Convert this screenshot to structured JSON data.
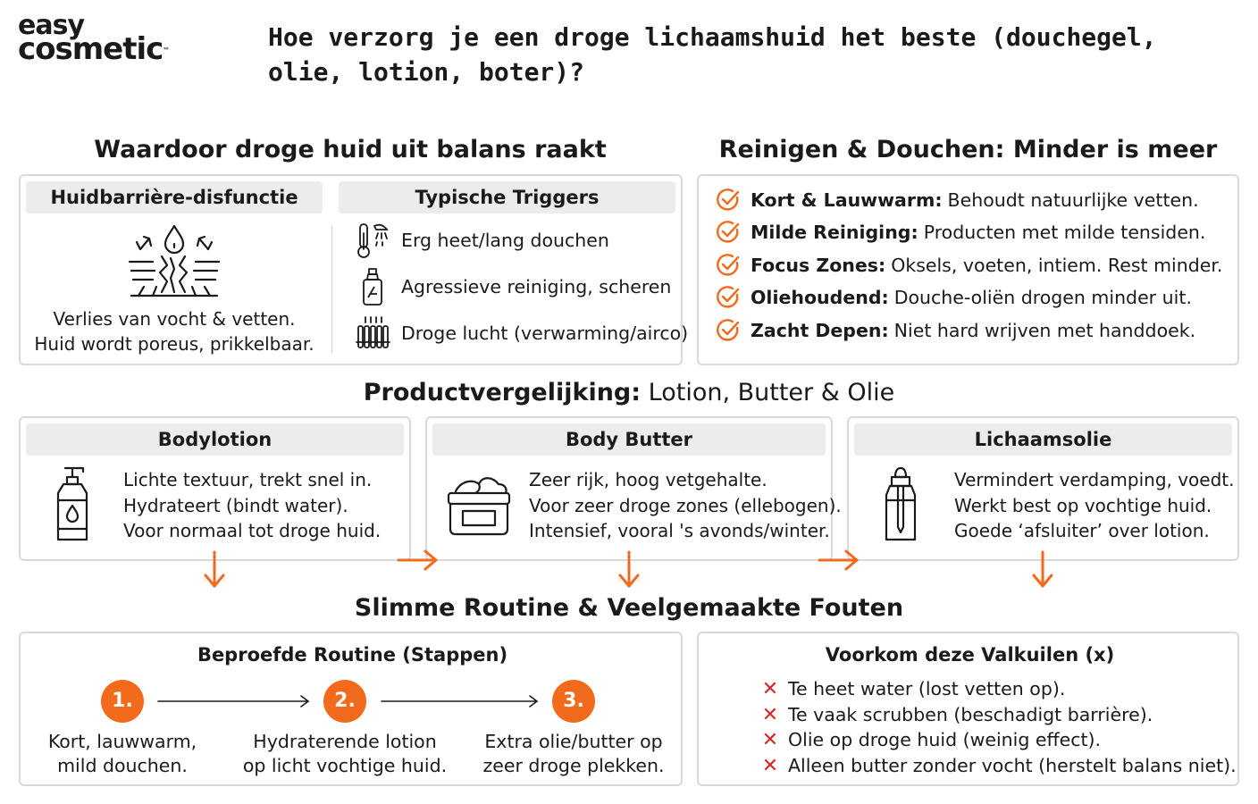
{
  "brand": {
    "line1": "easy",
    "line2": "cosmetic",
    "tm": "™"
  },
  "title_line1": "Hoe verzorg je een droge lichaamshuid het beste (douchegel,",
  "title_line2": "olie, lotion, boter)?",
  "balance": {
    "title": "Waardoor droge huid uit balans raakt",
    "barrier_label": "Huidbarrière-disfunctie",
    "barrier_line1": "Verlies van vocht & vetten.",
    "barrier_line2": "Huid wordt poreus, prikkelbaar.",
    "triggers_label": "Typische Triggers",
    "triggers": [
      {
        "icon": "thermometer-shower-icon",
        "text": "Erg heet/lang douchen"
      },
      {
        "icon": "spray-bottle-icon",
        "text": "Agressieve reiniging, scheren"
      },
      {
        "icon": "radiator-icon",
        "text": "Droge lucht (verwarming/airco)"
      }
    ]
  },
  "cleansing": {
    "title": "Reinigen & Douchen: Minder is meer",
    "items": [
      {
        "bold": "Kort & Lauwwarm:",
        "text": "Behoudt natuurlijke vetten."
      },
      {
        "bold": "Milde Reiniging:",
        "text": "Producten met milde tensiden."
      },
      {
        "bold": "Focus Zones:",
        "text": "Oksels, voeten, intiem. Rest minder."
      },
      {
        "bold": "Oliehoudend:",
        "text": "Douche-oliën drogen minder uit."
      },
      {
        "bold": "Zacht Depen:",
        "text": "Niet hard wrijven met handdoek."
      }
    ]
  },
  "comparison": {
    "title_bold": "Productvergelijking:",
    "title_rest": " Lotion, Butter & Olie",
    "products": [
      {
        "name": "Bodylotion",
        "icon": "lotion-pump-bottle-icon",
        "lines": [
          "Lichte textuur, trekt snel in.",
          "Hydrateert (bindt water).",
          "Voor normaal tot droge huid."
        ]
      },
      {
        "name": "Body Butter",
        "icon": "butter-jar-icon",
        "lines": [
          "Zeer rijk, hoog vetgehalte.",
          "Voor zeer droge zones (ellebogen).",
          "Intensief, vooral 's avonds/winter."
        ]
      },
      {
        "name": "Lichaamsolie",
        "icon": "dropper-bottle-icon",
        "lines": [
          "Vermindert verdamping, voedt.",
          "Werkt best op vochtige huid.",
          "Goede ‘afsluiter’ over lotion."
        ]
      }
    ]
  },
  "routine": {
    "title": "Slimme Routine & Veelgemaakte Fouten",
    "steps_title": "Beproefde Routine (Stappen)",
    "steps": [
      {
        "num": "1.",
        "line1": "Kort, lauwwarm,",
        "line2": "mild douchen."
      },
      {
        "num": "2.",
        "line1": "Hydraterende lotion",
        "line2": "op licht vochtige huid."
      },
      {
        "num": "3.",
        "line1": "Extra olie/butter op",
        "line2": "zeer droge plekken."
      }
    ],
    "pitfalls_title": "Voorkom deze Valkuilen (x)",
    "pitfalls": [
      "Te heet water (lost vetten op).",
      "Te vaak scrubben (beschadigt barrière).",
      "Olie op droge huid (weinig effect).",
      "Alleen butter zonder vocht (herstelt balans niet)."
    ]
  },
  "colors": {
    "accent": "#f26a1b",
    "check": "#f26a1b",
    "cross": "#d62828",
    "border": "#d9d9d9",
    "pill": "#ececec"
  }
}
